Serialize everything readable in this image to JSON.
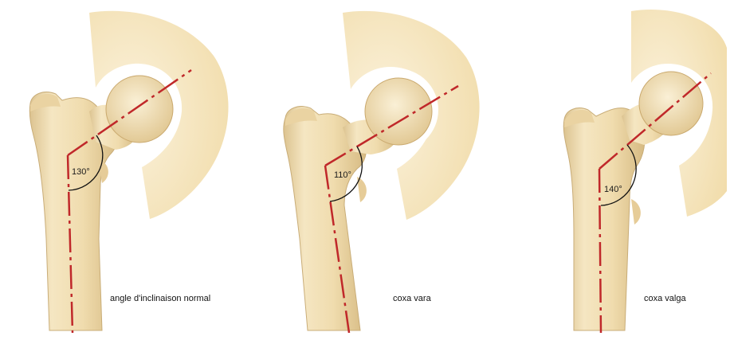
{
  "panels": [
    {
      "angle_label": "130°",
      "caption": "angle d'inclinaison normal"
    },
    {
      "angle_label": "110°",
      "caption": "coxa vara"
    },
    {
      "angle_label": "140°",
      "caption": "coxa valga"
    }
  ],
  "colors": {
    "bone": "#f2dfb2",
    "bone_shadow": "#d8bf88",
    "pelvis": "#f6e7c3",
    "axis_line": "#c0282a",
    "arc": "#111111"
  }
}
